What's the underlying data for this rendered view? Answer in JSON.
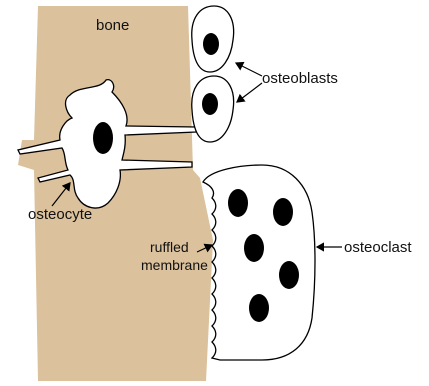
{
  "colors": {
    "bone": "#dbc19c",
    "cell_fill": "#ffffff",
    "outline": "#000000",
    "nucleus": "#000000",
    "arrow": "#000000"
  },
  "labels": {
    "bone": "bone",
    "osteoblasts": "osteoblasts",
    "osteocyte": "osteocyte",
    "ruffled_line1": "ruffled",
    "ruffled_line2": "membrane",
    "osteoclast": "osteoclast"
  }
}
